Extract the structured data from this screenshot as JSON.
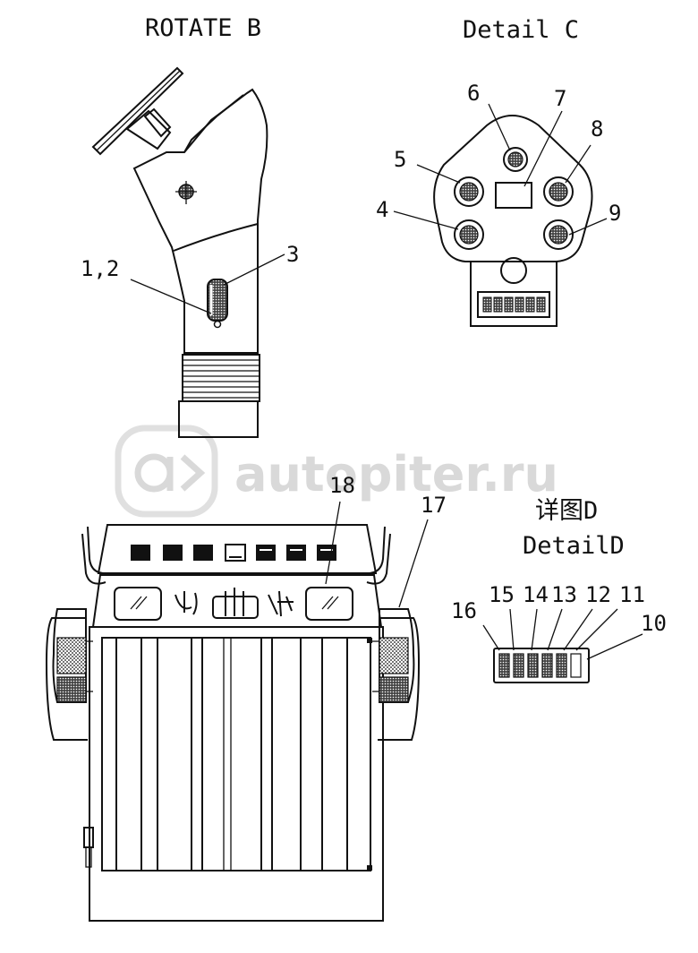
{
  "titles": {
    "rotate_b": "ROTATE B",
    "detail_c": "Detail C",
    "detail_d_cn": "详图D",
    "detail_d": "DetailD"
  },
  "callouts": {
    "c1_2": "1,2",
    "c3": "3",
    "c4": "4",
    "c5": "5",
    "c6": "6",
    "c7": "7",
    "c8": "8",
    "c9": "9",
    "c10": "10",
    "c11": "11",
    "c12": "12",
    "c13": "13",
    "c14": "14",
    "c15": "15",
    "c16": "16",
    "c17": "17",
    "c18": "18"
  },
  "watermark": {
    "text": "autopiter.ru",
    "logo_icon": "autopiter-logo-icon"
  },
  "colors": {
    "line": "#111111",
    "watermark": "#d9d9d9",
    "background": "#ffffff"
  }
}
